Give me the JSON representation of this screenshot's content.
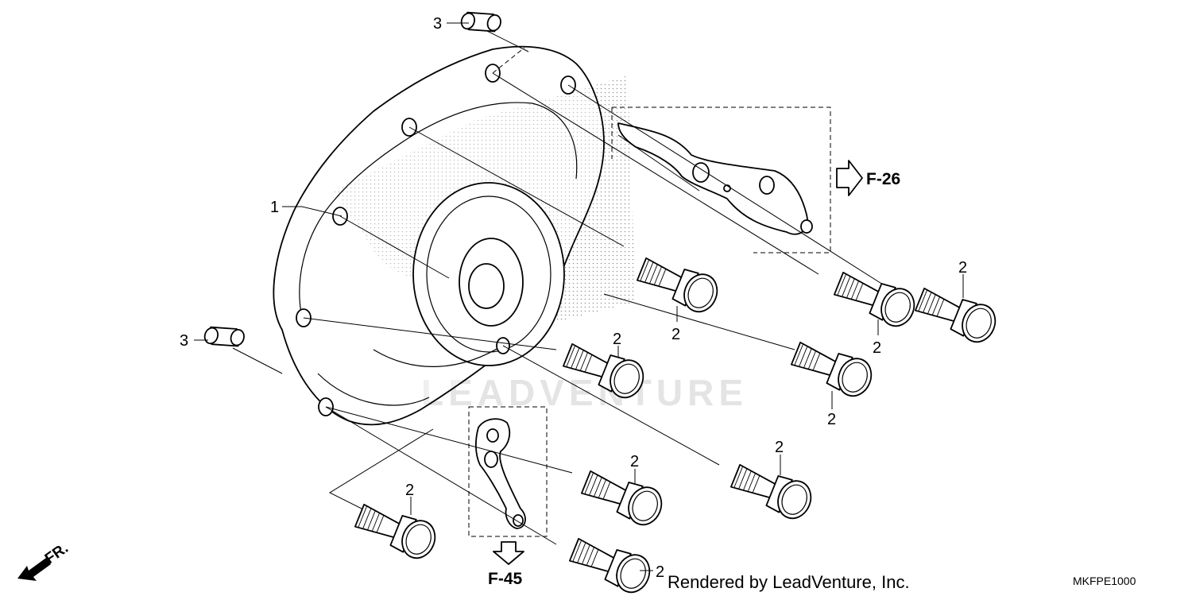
{
  "callouts": {
    "cover": "1",
    "bolt": "2",
    "dowel": "3"
  },
  "references": {
    "upper": "F-26",
    "lower": "F-45"
  },
  "front_marker": "FR.",
  "watermark": "LEADVENTURE",
  "credit": "Rendered by LeadVenture, Inc.",
  "diagram_code": "MKFPE1000"
}
